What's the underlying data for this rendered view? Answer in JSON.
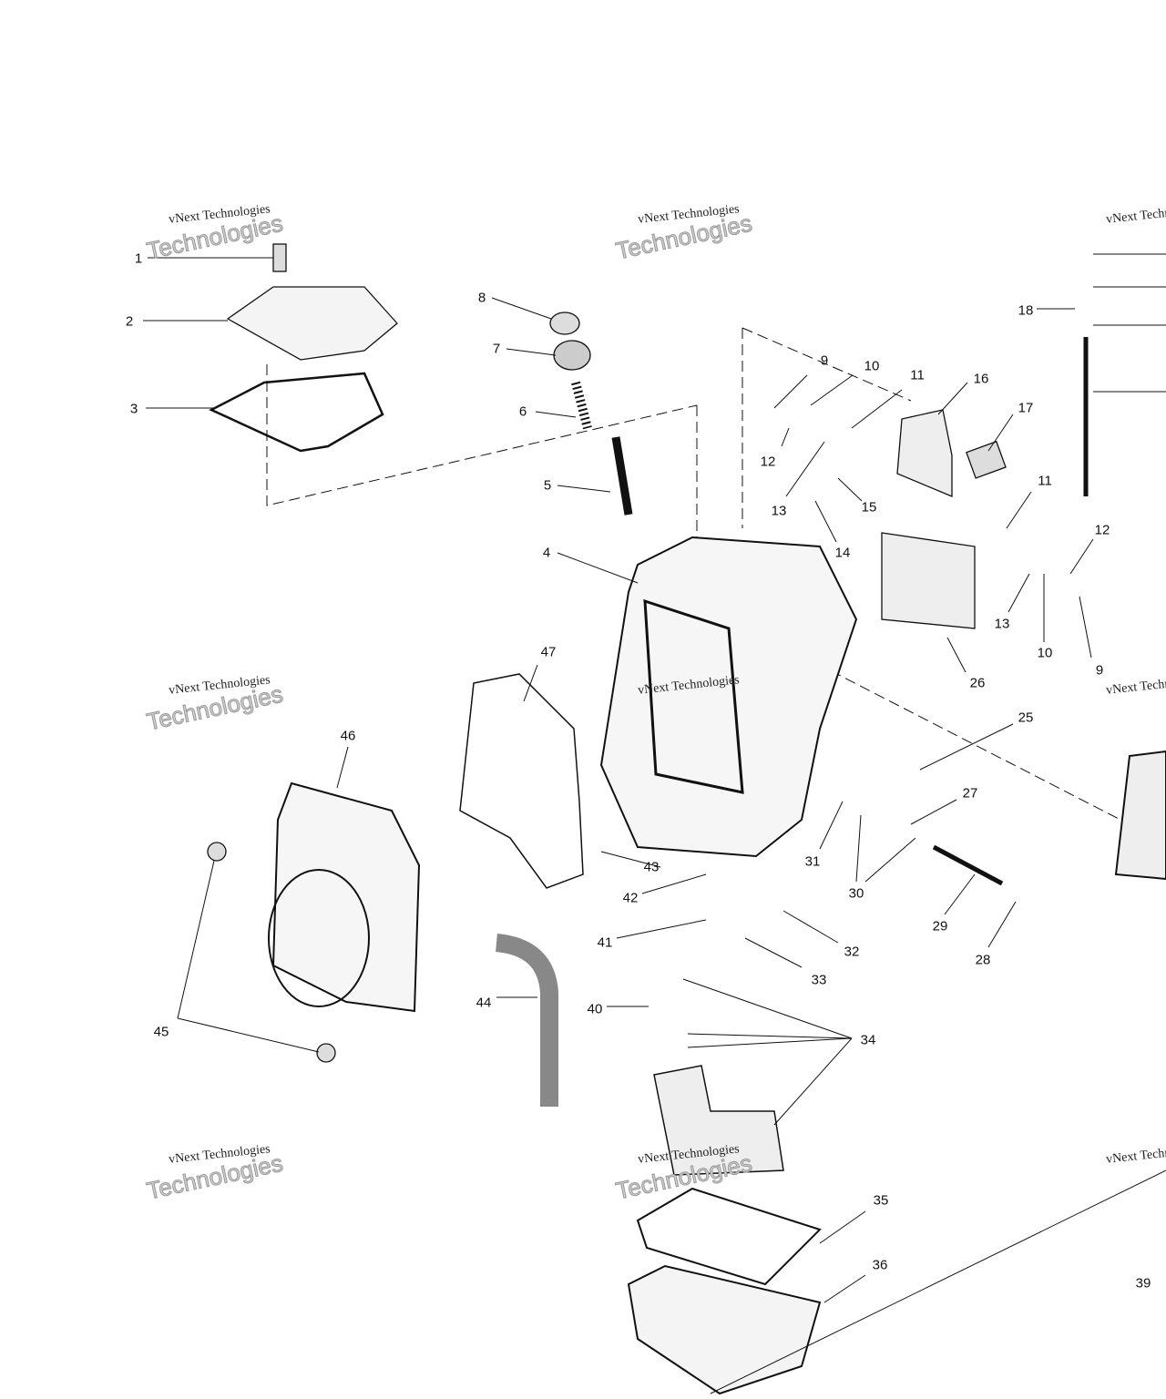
{
  "watermark": {
    "line1": "vNext Technologies",
    "line2": "Technologies",
    "logo": "vNext"
  },
  "callouts": [
    "1",
    "2",
    "3",
    "8",
    "7",
    "6",
    "5",
    "4",
    "9",
    "10",
    "11",
    "16",
    "17",
    "12",
    "13",
    "15",
    "14",
    "18",
    "11",
    "12",
    "13",
    "10",
    "9",
    "26",
    "25",
    "27",
    "31",
    "30",
    "29",
    "28",
    "32",
    "33",
    "34",
    "43",
    "42",
    "41",
    "40",
    "44",
    "45",
    "46",
    "47",
    "35",
    "36",
    "39"
  ]
}
